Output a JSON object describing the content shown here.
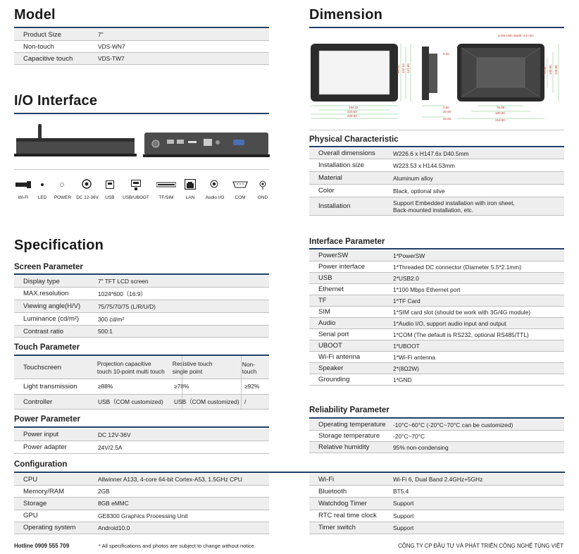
{
  "model": {
    "title": "Model",
    "rows": [
      {
        "k": "Product Size",
        "v": "7\""
      },
      {
        "k": "Non-touch",
        "v": "VDS-WN7"
      },
      {
        "k": "Capacitive touch",
        "v": "VDS-TW7"
      }
    ]
  },
  "dimension": {
    "title": "Dimension",
    "hole_note": "6-M4,Hole depth: 4.5 mm",
    "front": {
      "w1": "164.21",
      "w2": "223.53",
      "w3": "226.60",
      "h1": "89.55",
      "h2": "142.53",
      "h3": "147.60"
    },
    "side": {
      "a": "6.00",
      "b": "2.50",
      "c": "40.50",
      "d": "20.50"
    },
    "back": {
      "a": "75.00",
      "b": "100.00",
      "c": "218.00",
      "d": "75.00",
      "e": "100.00",
      "f": "128.00"
    }
  },
  "physical": {
    "title": "Physical Characteristic",
    "rows": [
      {
        "k": "Overall dimensions",
        "v": "W226.6 x H147.6x D40.5mm"
      },
      {
        "k": "Installation size",
        "v": "W223.53 x H144.53mm"
      },
      {
        "k": "Material",
        "v": "Aluminum alloy"
      },
      {
        "k": "Color",
        "v": "Black, optional silve"
      },
      {
        "k": "Installation",
        "v": "Support Embedded installation with iron sheet,",
        "v2": "Back-mounted installation, etc."
      }
    ]
  },
  "io": {
    "title": "I/O Interface",
    "labels": [
      "Wi-Fi",
      "LED",
      "POWER",
      "DC 12-36V",
      "USB",
      "USB/UBOOT",
      "TF/SIM",
      "LAN",
      "Audio I/O",
      "COM",
      "GND"
    ]
  },
  "interface": {
    "title": "Interface Parameter",
    "rows": [
      {
        "k": "PowerSW",
        "v": "1*PowerSW"
      },
      {
        "k": "Power interface",
        "v": "1*Threaded DC connector (Diameter 5.5*2.1mm)"
      },
      {
        "k": "USB",
        "v": "2*USB2.0"
      },
      {
        "k": "Ethernet",
        "v": "1*100 Mbps Ethernet port"
      },
      {
        "k": "TF",
        "v": "1*TF Card"
      },
      {
        "k": "SIM",
        "v": "1*SIM card slot (should be work with 3G/4G module)"
      },
      {
        "k": "Audio",
        "v": "1*Audio I/O, support audio input and output"
      },
      {
        "k": "Serial port",
        "v": "1*COM (The default is RS232, optional RS485/TTL)"
      },
      {
        "k": "UBOOT",
        "v": "1*UBOOT"
      },
      {
        "k": "Wi-Fi antenna",
        "v": "1*Wi-Fi antenna"
      },
      {
        "k": "Speaker",
        "v": "2*(8Ω2W)"
      },
      {
        "k": "Grounding",
        "v": "1*GND"
      }
    ]
  },
  "spec": {
    "title": "Specification",
    "screen": {
      "title": "Screen Parameter",
      "rows": [
        {
          "k": "Display type",
          "v": "7\" TFT LCD screen"
        },
        {
          "k": "MAX.resolution",
          "v": "1024*600（16:9）"
        },
        {
          "k": "Viewing angle(H/V)",
          "v": "75/75/70/75 (L/R/U/D)"
        },
        {
          "k": "Luminance (cd/m²)",
          "v": "300 cd/m²"
        },
        {
          "k": "Contrast ratio",
          "v": "500:1"
        }
      ]
    },
    "touch": {
      "title": "Touch Parameter",
      "rows": [
        {
          "k": "Touchscreen",
          "c1": "Projection capacitive",
          "c1b": "touch 10-point multi touch",
          "c2": "Resistive touch",
          "c2b": "single point",
          "c3": "Non-touch"
        },
        {
          "k": "Light transmission",
          "c1": "≥88%",
          "c2": "≥78%",
          "c3": "≥92%"
        },
        {
          "k": "Controller",
          "c1": "USB（COM customized)",
          "c2": "USB（COM customized)",
          "c3": "/"
        }
      ]
    },
    "power": {
      "title": "Power Parameter",
      "rows": [
        {
          "k": "Power input",
          "v": "DC 12V-36V"
        },
        {
          "k": "Power adapter",
          "v": "24V/2.5A"
        }
      ]
    }
  },
  "reliability": {
    "title": "Reliability Parameter",
    "rows": [
      {
        "k": "Operating temperature",
        "v": "-10°C~60°C (-20°C~70°C can be customized)"
      },
      {
        "k": "Storage temperature",
        "v": "-20°C~70°C"
      },
      {
        "k": "Relative humidity",
        "v": "95% non-condensing"
      }
    ]
  },
  "config": {
    "title": "Configuration",
    "left": [
      {
        "k": "CPU",
        "v": "Allwinner A133, 4-core 64-bit Cortex-A53, 1.5GHz CPU"
      },
      {
        "k": "Memory/RAM",
        "v": "2GB"
      },
      {
        "k": "Storage",
        "v": "8GB eMMC"
      },
      {
        "k": "GPU",
        "v": "GE8300 Graphics Processing Unit"
      },
      {
        "k": "Operating system",
        "v": "Android10.0"
      }
    ],
    "right": [
      {
        "k": "Wi-Fi",
        "v": "Wi-Fi 6, Dual Band 2.4GHz+5GHz"
      },
      {
        "k": "Bluetooth",
        "v": "BT5.4"
      },
      {
        "k": "Watchdog Timer",
        "v": "Support"
      },
      {
        "k": "RTC real time clock",
        "v": "Support"
      },
      {
        "k": "Timer switch",
        "v": "Support"
      }
    ]
  },
  "footer": {
    "hotline": "Hotline 0909 555 709",
    "note": "* All specifications and photos are subject to change without notice.",
    "company": "CÔNG TY CP ĐẦU TƯ VÀ PHÁT TRIỂN CÔNG NGHỆ TÙNG VIỆT"
  },
  "colors": {
    "bar": "#1f3f66",
    "shade": "#eeeeee",
    "dim_red": "#c0392b",
    "dim_green": "#4caf50"
  }
}
